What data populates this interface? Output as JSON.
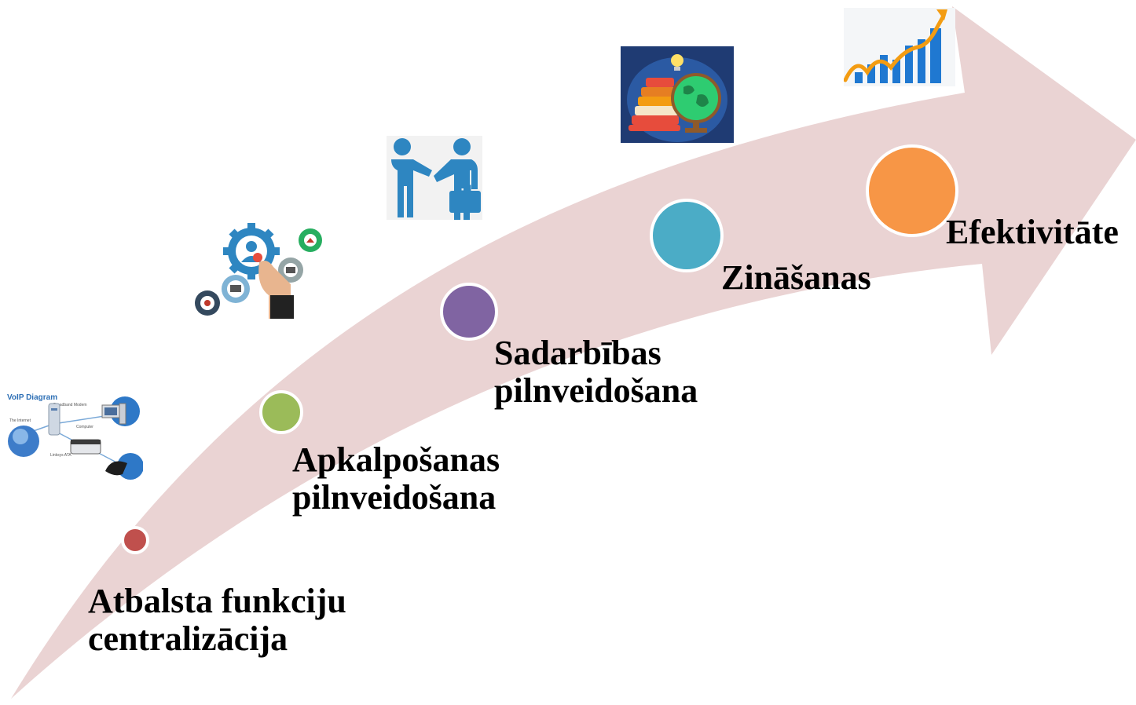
{
  "steps": [
    {
      "lines": [
        "Atbalsta funkciju",
        "centralizācija"
      ],
      "color": "#c0504d"
    },
    {
      "lines": [
        "Apkalpošanas",
        "pilnveidošana"
      ],
      "color": "#9bbb59"
    },
    {
      "lines": [
        "Sadarbības",
        "pilnveidošana"
      ],
      "color": "#8064a2"
    },
    {
      "lines": [
        "Zināšanas"
      ],
      "color": "#4bacc6"
    },
    {
      "lines": [
        "Efektivitāte"
      ],
      "color": "#f79646"
    }
  ],
  "arrow_color": "#ead3d3",
  "icons": {
    "voip": {
      "title": "VoIP Diagram",
      "labels": [
        "The Internet",
        "Broadband Modem",
        "Computer",
        "Linksys ATA"
      ]
    },
    "gears": "gears-settings-icon",
    "handshake": "handshake-icon",
    "knowledge": "books-globe-lightbulb-icon",
    "growth": "growth-bar-chart-icon"
  }
}
